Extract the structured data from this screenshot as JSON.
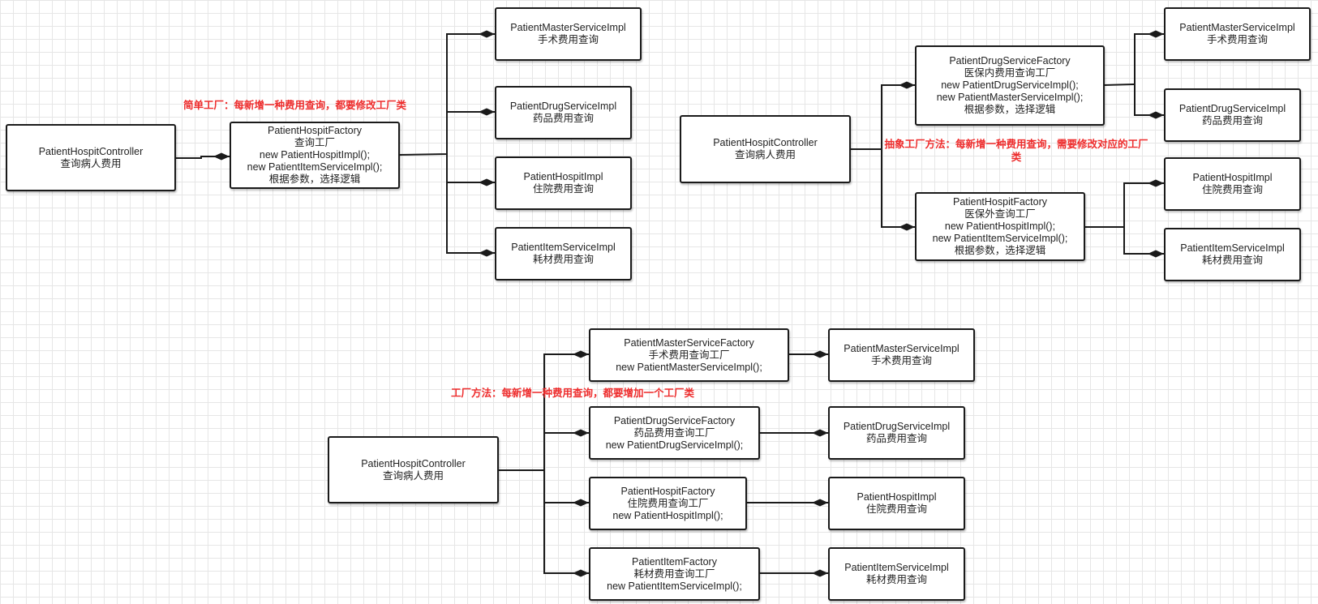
{
  "notes": {
    "simple_factory": "简单工厂：每新增一种费用查询，都要修改工厂类",
    "abstract_factory": "抽象工厂方法：每新增一种费用查询，需要修改对应的工厂类",
    "factory_method": "工厂方法：每新增一种费用查询，都要增加一个工厂类"
  },
  "simple": {
    "controller": [
      "PatientHospitController",
      "查询病人费用"
    ],
    "factory": [
      "PatientHospitFactory",
      "查询工厂",
      "new PatientHospitImpl();",
      "new PatientItemServiceImpl();",
      "根据参数，选择逻辑"
    ],
    "impls": [
      [
        "PatientMasterServiceImpl",
        "手术费用查询"
      ],
      [
        "PatientDrugServiceImpl",
        "药品费用查询"
      ],
      [
        "PatientHospitImpl",
        "住院费用查询"
      ],
      [
        "PatientItemServiceImpl",
        "耗材费用查询"
      ]
    ]
  },
  "abstract": {
    "controller": [
      "PatientHospitController",
      "查询病人费用"
    ],
    "factory_in": [
      "PatientDrugServiceFactory",
      "医保内费用查询工厂",
      "new PatientDrugServiceImpl();",
      "new PatientMasterServiceImpl();",
      "根据参数，选择逻辑"
    ],
    "factory_out": [
      "PatientHospitFactory",
      "医保外查询工厂",
      "new PatientHospitImpl();",
      "new PatientItemServiceImpl();",
      "根据参数，选择逻辑"
    ],
    "impls": [
      [
        "PatientMasterServiceImpl",
        "手术费用查询"
      ],
      [
        "PatientDrugServiceImpl",
        "药品费用查询"
      ],
      [
        "PatientHospitImpl",
        "住院费用查询"
      ],
      [
        "PatientItemServiceImpl",
        "耗材费用查询"
      ]
    ]
  },
  "method": {
    "controller": [
      "PatientHospitController",
      "查询病人费用"
    ],
    "factories": [
      [
        "PatientMasterServiceFactory",
        "手术费用查询工厂",
        "new PatientMasterServiceImpl();"
      ],
      [
        "PatientDrugServiceFactory",
        "药品费用查询工厂",
        "new PatientDrugServiceImpl();"
      ],
      [
        "PatientHospitFactory",
        "住院费用查询工厂",
        "new PatientHospitImpl();"
      ],
      [
        "PatientItemFactory",
        "耗材费用查询工厂",
        "new PatientItemServiceImpl();"
      ]
    ],
    "impls": [
      [
        "PatientMasterServiceImpl",
        "手术费用查询"
      ],
      [
        "PatientDrugServiceImpl",
        "药品费用查询"
      ],
      [
        "PatientHospitImpl",
        "住院费用查询"
      ],
      [
        "PatientItemServiceImpl",
        "耗材费用查询"
      ]
    ]
  }
}
